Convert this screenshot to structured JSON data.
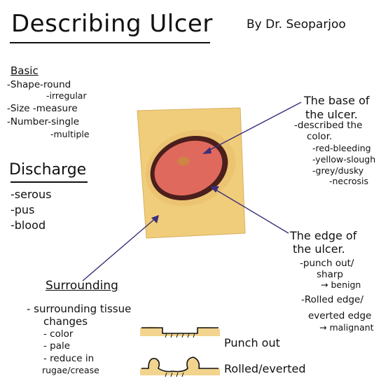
{
  "title": "Describing Ulcer",
  "author": "By Dr. Seoparjoo",
  "basic": {
    "heading": "Basic",
    "shape": "-Shape-round",
    "shape_alt": "-irregular",
    "size": "-Size -measure",
    "number": "-Number-single",
    "number_alt": "-multiple"
  },
  "discharge": {
    "heading": "Discharge",
    "items": [
      "-serous",
      "-pus",
      "-blood"
    ]
  },
  "base": {
    "line1": "The base of",
    "line2": "the ulcer.",
    "desc1": "-described the",
    "desc2": "color.",
    "items": [
      "-red-bleeding",
      "-yellow-slough",
      "-grey/dusky",
      "-necrosis"
    ]
  },
  "edge": {
    "line1": "The edge of",
    "line2": "the ulcer.",
    "punch1": "-punch out/",
    "punch2": "sharp",
    "punch3": "→ benign",
    "rolled1": "-Rolled edge/",
    "rolled2": "everted edge",
    "rolled3": "→ malignant"
  },
  "surrounding": {
    "heading": "Surrounding",
    "line1": "- surrounding tissue",
    "line2": "changes",
    "items": [
      "- color",
      "- pale",
      "- reduce in",
      "rugae/crease"
    ]
  },
  "edge_types": {
    "punch_out": "Punch out",
    "rolled": "Rolled/everted"
  },
  "colors": {
    "skin": "#f0cd7a",
    "ulcer_rim": "#4a1f1c",
    "ulcer_base": "#e0695d",
    "slough": "#c98a3f",
    "arrow": "#3c2f7a"
  }
}
